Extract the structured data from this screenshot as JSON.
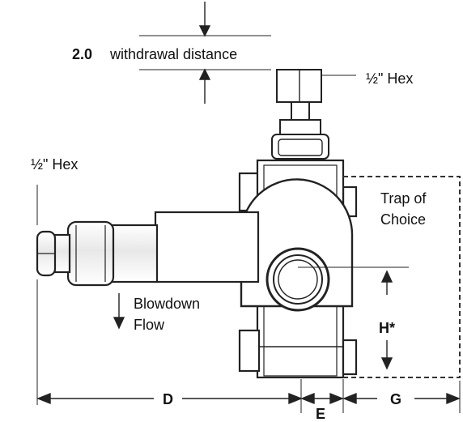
{
  "withdrawal": {
    "value": "2.0",
    "text": "withdrawal distance"
  },
  "hex_top": "½\" Hex",
  "hex_left": "½\" Hex",
  "trap": {
    "line1": "Trap of",
    "line2": "Choice"
  },
  "blowdown": {
    "line1": "Blowdown",
    "line2": "Flow"
  },
  "dims": {
    "d": "D",
    "e": "E",
    "g": "G",
    "h": "H*"
  }
}
